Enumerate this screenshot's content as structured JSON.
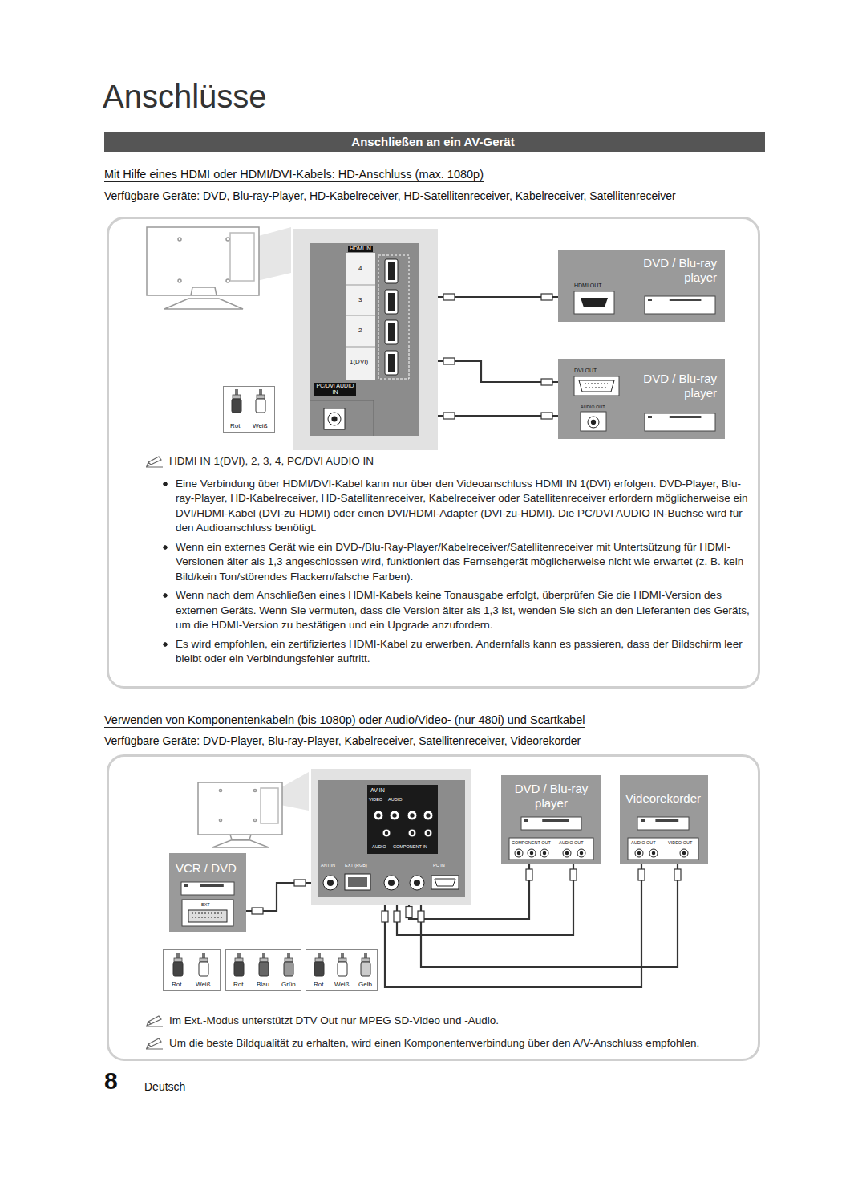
{
  "diagram": {
    "title": "Anschlüsse",
    "nodes": [
      {
        "text": [
          "Anschließen an ein AV-Gerät"
        ]
      },
      {
        "text": [
          "HDMI IN 1(DVI), 2, 3, 4, PC/DVI AUDIO IN",
          "Eine Verbindung über HDMI/DVI-Kabel kann nur über den Videoanschluss HDMI IN 1(DVI) erfolgen. DVD-Player, Blu-ray-Player, HD-Kabelreceiver, HD-Satellitenreceiver, Kabelreceiver oder Satellitenreceiver erfordern möglicherweise ein DVI/HDMI-Kabel (DVI-zu-HDMI) oder einen DVI/HDMI-Adapter (DVI-zu-HDMI). Die PC/DVI AUDIO IN-Buchse wird für den Audioanschluss benötigt.",
          "Wenn ein externes Gerät wie ein DVD-/Blu-Ray-Player/Kabelreceiver/Satellitenreceiver mit Untertsützung für HDMI-Versionen älter als 1,3 angeschlossen wird, funktioniert das Fernsehgerät möglicherweise nicht wie erwartet (z. B. kein Bild/kein Ton/störendes Flackern/falsche Farben).",
          "Wenn nach dem Anschließen eines HDMI-Kabels keine Tonausgabe erfolgt, überprüfen Sie die HDMI-Version des externen Geräts. Wenn Sie vermuten, dass die Version älter als 1,3 ist, wenden Sie sich an den Lieferanten des Geräts, um die HDMI-Version zu bestätigen und ein Upgrade anzufordern.",
          "Es wird empfohlen, ein zertifiziertes HDMI-Kabel zu erwerben. Andernfalls kann es passieren, dass der Bildschirm leer bleibt oder ein Verbindungsfehler auftritt."
        ]
      },
      {
        "text": [
          "HDMI IN",
          "4",
          "3",
          "2",
          "1(DVI)",
          "PC/DVI AUDIO IN"
        ],
        "in": 1
      },
      {
        "text": [
          "DVD / Blu-ray player",
          "HDMI OUT"
        ],
        "in": 1
      },
      {
        "text": [
          "DVI OUT",
          "DVD / Blu-ray player",
          "AUDIO OUT"
        ],
        "in": 1
      },
      {
        "text": [
          "Rot",
          "Weiß"
        ],
        "in": 1
      },
      {
        "text": [
          "Im Ext.-Modus unterstützt DTV Out nur MPEG SD-Video und -Audio.",
          "Um die beste Bildqualität zu erhalten, wird einen Komponentenverbindung über den A/V-Anschluss empfohlen."
        ]
      },
      {
        "text": [
          "AV IN",
          "VIDEO",
          "AUDIO",
          "AUDIO",
          "COMPONENT IN",
          "ANT IN",
          "EXT (RGB)",
          "PC IN"
        ],
        "in": 6
      },
      {
        "text": [
          "DVD / Blu-ray player",
          "COMPONENT OUT",
          "AUDIO OUT"
        ],
        "in": 6
      },
      {
        "text": [
          "Videorekorder",
          "AUDIO OUT",
          "VIDEO OUT"
        ],
        "in": 6
      },
      {
        "text": [
          "VCR / DVD",
          "EXT"
        ],
        "in": 6
      },
      {
        "text": [
          "Rot",
          "Weiß"
        ],
        "in": 6
      },
      {
        "text": [
          "Rot",
          "Blau",
          "Grün"
        ],
        "in": 6
      },
      {
        "text": [
          "Rot",
          "Weiß",
          "Gelb"
        ],
        "in": 6
      }
    ],
    "edges": [
      {
        "from": 3,
        "to": 2,
        "arrow": "none"
      },
      {
        "from": 4,
        "to": 2,
        "arrow": "none"
      },
      {
        "from": 4,
        "to": 2,
        "arrow": "none"
      },
      {
        "from": 10,
        "to": 7,
        "arrow": "none"
      },
      {
        "from": 8,
        "to": 7,
        "arrow": "none"
      },
      {
        "from": 8,
        "to": 7,
        "arrow": "none"
      },
      {
        "from": 9,
        "to": 7,
        "arrow": "none"
      },
      {
        "from": 9,
        "to": 7,
        "arrow": "none"
      }
    ],
    "labels": [
      "Mit Hilfe eines HDMI oder HDMI/DVI-Kabels: HD-Anschluss (max. 1080p)",
      "Verfügbare Geräte: DVD, Blu-ray-Player, HD-Kabelreceiver, HD-Satellitenreceiver, Kabelreceiver, Satellitenreceiver",
      "Verwenden von Komponentenkabeln (bis 1080p) oder Audio/Video- (nur 480i) und Scartkabel",
      "Verfügbare Geräte: DVD-Player, Blu-ray-Player, Kabelreceiver, Satellitenreceiver, Videorekorder",
      "8",
      "Deutsch"
    ]
  }
}
